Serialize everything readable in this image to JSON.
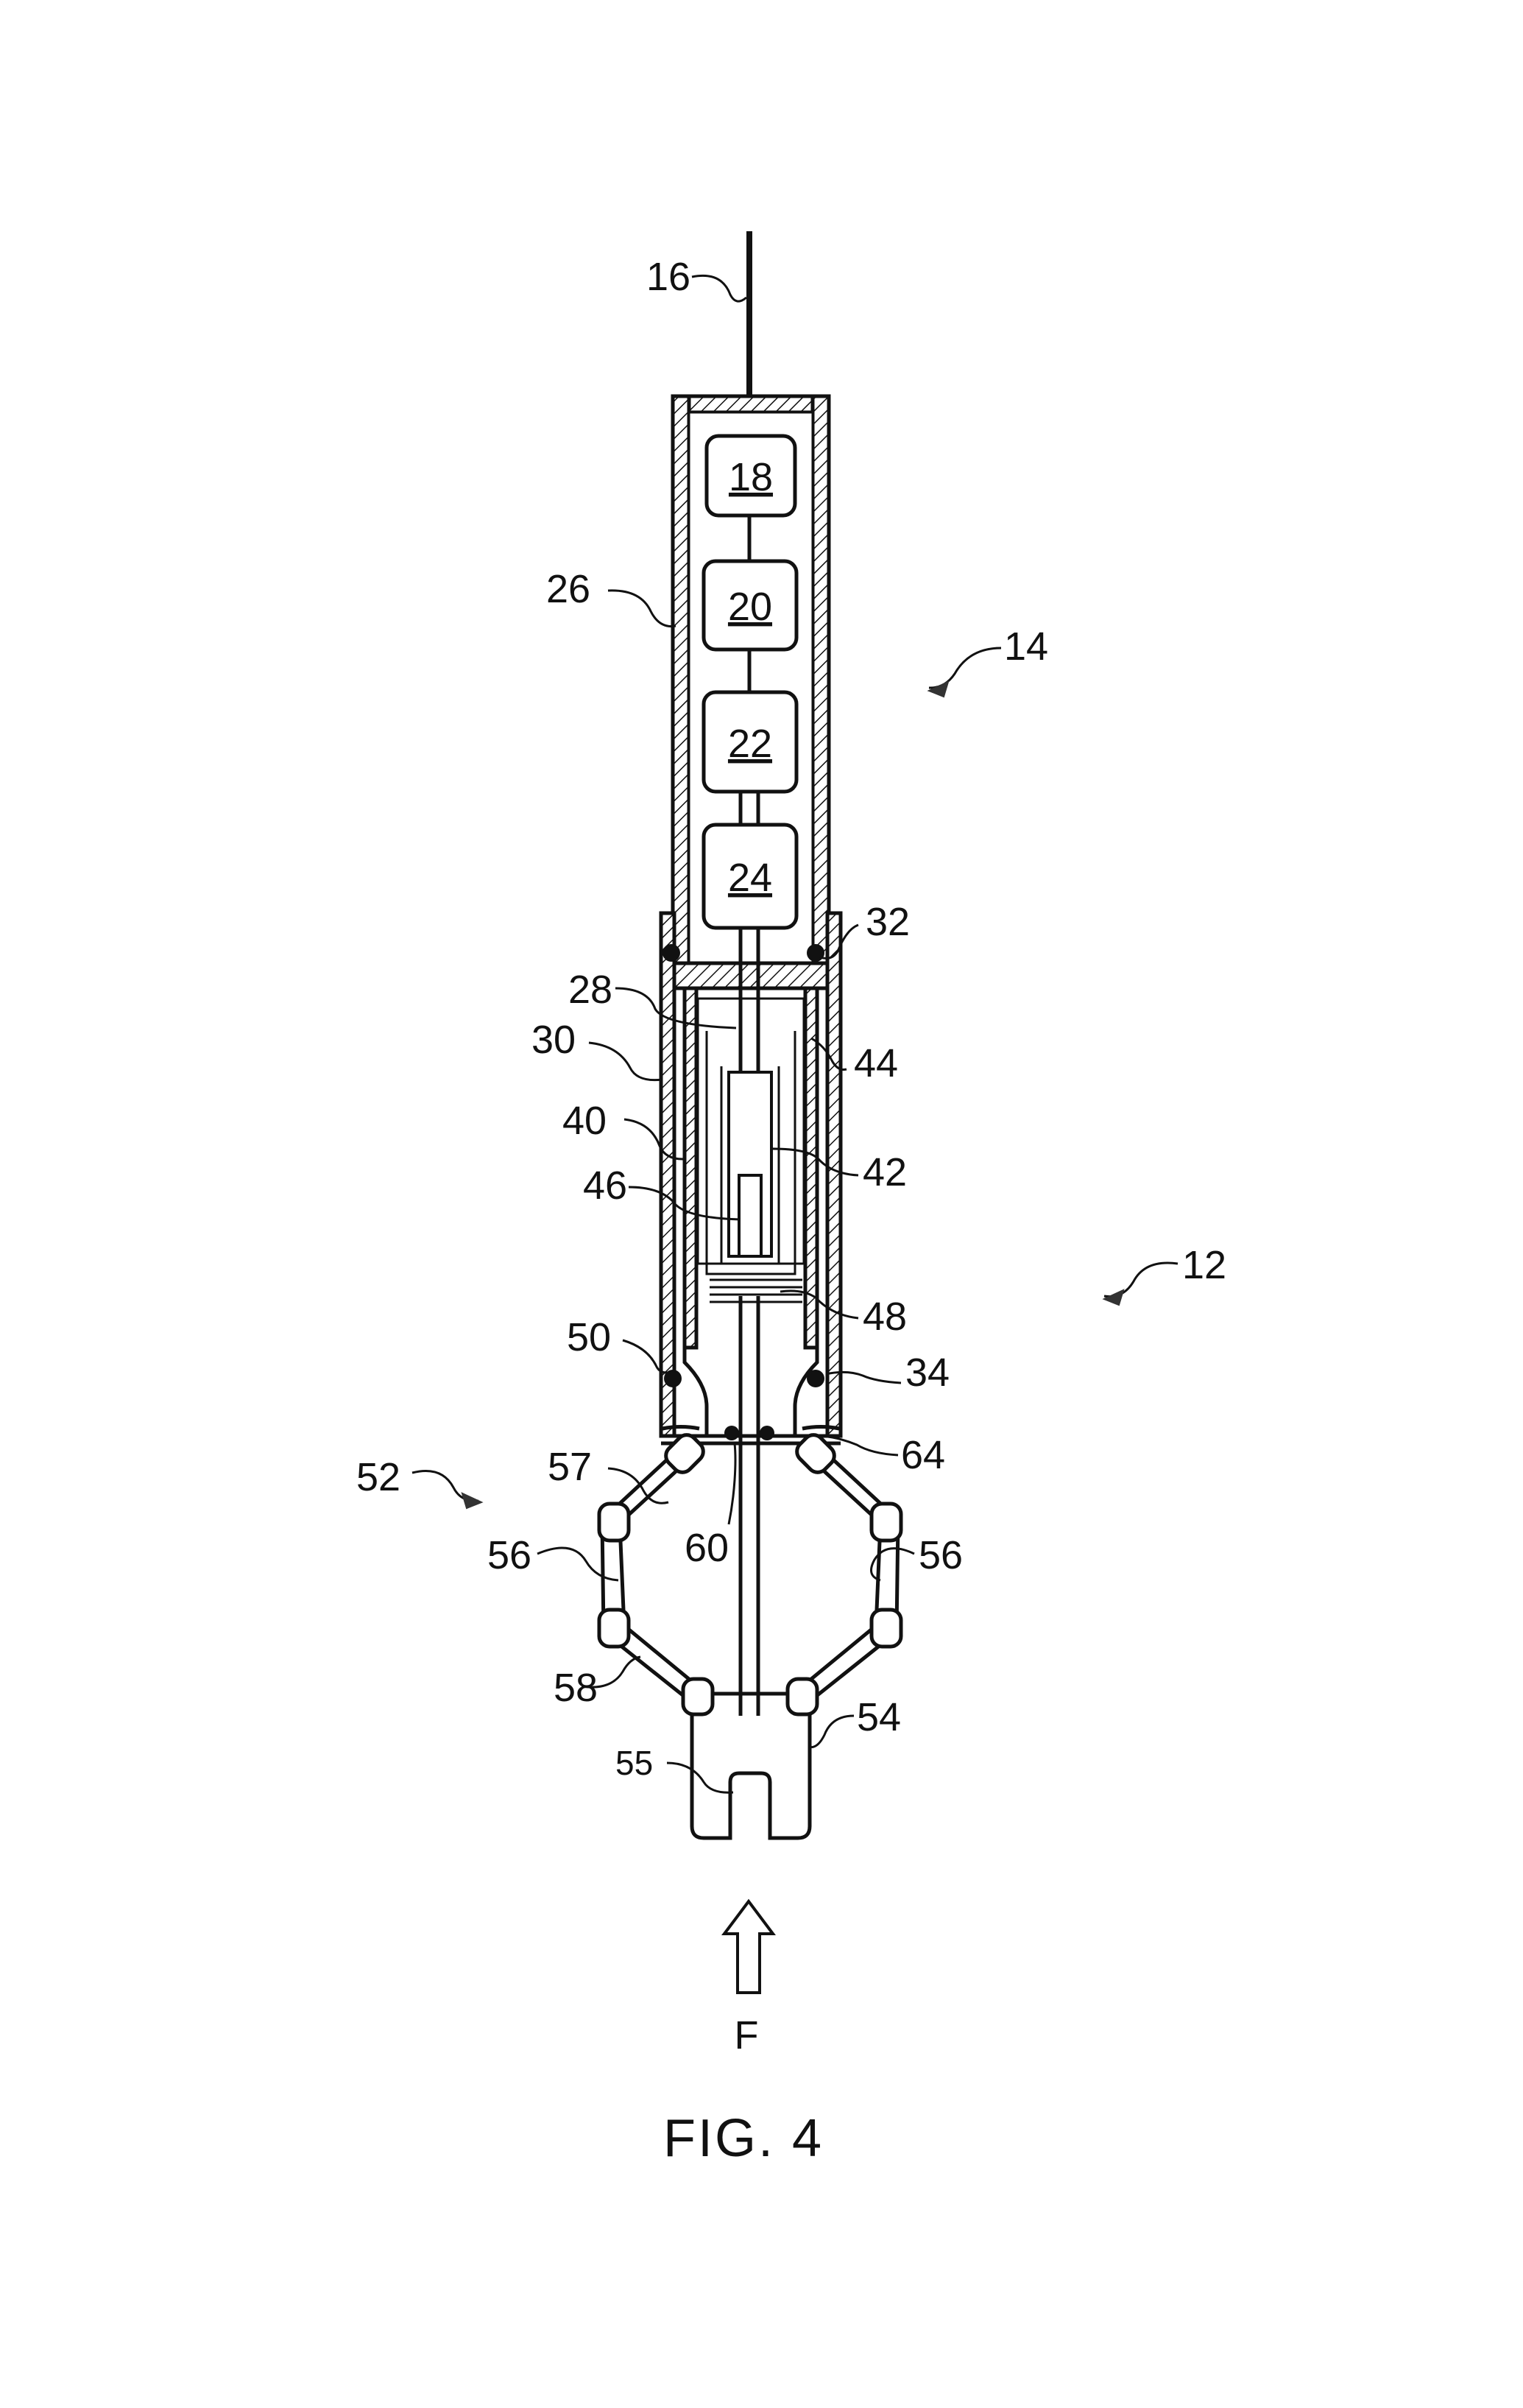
{
  "figure": {
    "caption": "FIG. 4",
    "force_label": "F"
  },
  "components": {
    "ref_18": "18",
    "ref_20": "20",
    "ref_22": "22",
    "ref_24": "24"
  },
  "reference_numerals": {
    "r12": "12",
    "r14": "14",
    "r16": "16",
    "r26": "26",
    "r28": "28",
    "r30": "30",
    "r32": "32",
    "r34": "34",
    "r40": "40",
    "r42": "42",
    "r44": "44",
    "r46": "46",
    "r48": "48",
    "r50": "50",
    "r52": "52",
    "r54": "54",
    "r55": "55",
    "r56_left": "56",
    "r56_right": "56",
    "r57": "57",
    "r58": "58",
    "r60": "60",
    "r64": "64"
  },
  "colors": {
    "line": "#111111",
    "background": "#ffffff",
    "caption": "#444444"
  }
}
